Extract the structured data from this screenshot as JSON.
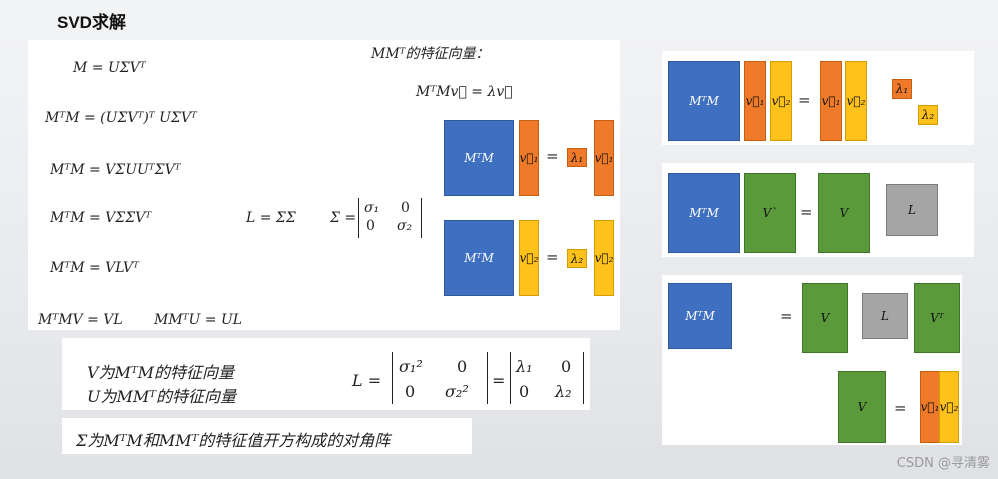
{
  "title": "SVD求解",
  "left_equations": {
    "eq1": "M = UΣVᵀ",
    "eq2": "MᵀM = (UΣVᵀ)ᵀ UΣVᵀ",
    "eq3": "MᵀM = VΣUUᵀΣVᵀ",
    "eq4": "MᵀM = VΣΣVᵀ",
    "eq_L": "L = ΣΣ",
    "eq_sigma_label": "Σ =",
    "sigma_matrix": [
      "σ₁",
      "0",
      "0",
      "σ₂"
    ],
    "eq5": "MᵀM = VLVᵀ",
    "eq6": "MᵀMV = VL",
    "eq7": "MMᵀU = UL"
  },
  "eigen_section": {
    "header": "MMᵀ的特征向量：",
    "equation": "MᵀMv⃗ = λv⃗",
    "row1": {
      "matrix": "MᵀM",
      "vec": "v⃗₁",
      "eq": "=",
      "lambda": "λ₁",
      "vec2": "v⃗₁"
    },
    "row2": {
      "matrix": "MᵀM",
      "vec": "v⃗₂",
      "eq": "=",
      "lambda": "λ₂",
      "vec2": "v⃗₂"
    }
  },
  "lower_box": {
    "line1": "V为MᵀM的特征向量",
    "line2": "U为MMᵀ的特征向量",
    "L_label": "L =",
    "L_matrix1": [
      "σ₁²",
      "0",
      "0",
      "σ₂²"
    ],
    "L_eq": "=",
    "L_matrix2": [
      "λ₁",
      "0",
      "0",
      "λ₂"
    ]
  },
  "bottom_note": "Σ为MᵀM和MMᵀ的特征值开方构成的对角阵",
  "right_panel1": {
    "matrix": "MᵀM",
    "v1": "v⃗₁",
    "v2": "v⃗₂",
    "eq": "=",
    "r1": "v⃗₁",
    "r2": "v⃗₂",
    "l1": "λ₁",
    "l2": "λ₂"
  },
  "right_panel2": {
    "matrix": "MᵀM",
    "vprime": "V`",
    "eq": "=",
    "v": "V",
    "L": "L"
  },
  "right_panel3": {
    "matrix": "MᵀM",
    "eq": "=",
    "v": "V",
    "L": "L",
    "vt": "Vᵀ",
    "v_bottom": "V",
    "eq2": "=",
    "b1": "v⃗₁",
    "b2": "v⃗₂"
  },
  "watermark": "CSDN @寻清雾",
  "colors": {
    "blue": "#3f6fc0",
    "orange": "#ef7b2a",
    "yellow": "#ffc21a",
    "green": "#5b9a3b",
    "gray": "#a5a5a5"
  }
}
